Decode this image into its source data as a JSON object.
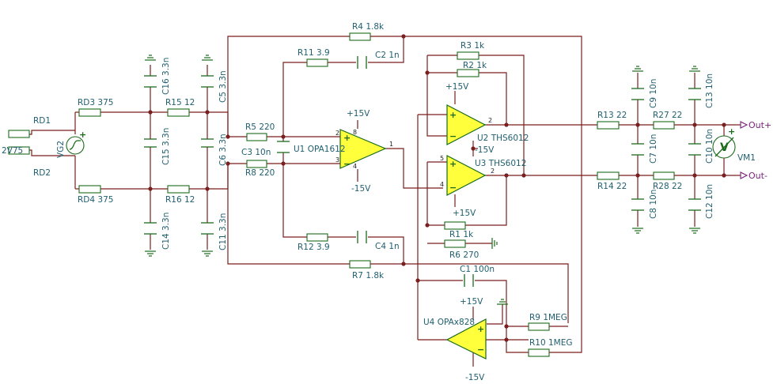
{
  "labels": {
    "rd1": "RD1",
    "rd2": "RD2",
    "src_value": "2V75",
    "vg2": "VG2",
    "rd3": "RD3 375",
    "rd4": "RD4 375",
    "c16": "C16 3.3n",
    "c15": "C15 3.3n",
    "c14": "C14 3.3n",
    "r15": "R15 12",
    "r16": "R16 12",
    "c5": "C5 3.3n",
    "c6": "C6 3.3n",
    "c11": "C11 3.3n",
    "r5": "R5 220",
    "c3": "C3 10n",
    "r8": "R8 220",
    "r11": "R11 3.9",
    "c2": "C2 1n",
    "r4": "R4 1.8k",
    "r12": "R12 3.9",
    "c4": "C4 1n",
    "r7": "R7 1.8k",
    "u1": "U1 OPA1612",
    "u1_vpos": "+15V",
    "u1_vneg": "-15V",
    "r3": "R3 1k",
    "r2": "R2 1k",
    "u2": "U2 THS6012",
    "u3": "U3 THS6012",
    "u2_vpos": "+15V",
    "u23_vneg": "-15V",
    "u3_vpos": "+15V",
    "r1": "R1 1k",
    "r6": "R6 270",
    "c1": "C1 100n",
    "u4": "U4 OPAx828",
    "u4_vpos": "+15V",
    "u4_vneg": "-15V",
    "r9": "R9 1MEG",
    "r10": "R10 1MEG",
    "r13": "R13 22",
    "r14": "R14 22",
    "c9": "C9 10n",
    "c7": "C7 10n",
    "c8": "C8 10n",
    "r27": "R27 22",
    "r28": "R28 22",
    "c13": "C13 10n",
    "c10": "C10 10n",
    "c12": "C12 10n",
    "vm1": "VM1",
    "out_pos": "Out+",
    "out_neg": "Out-"
  },
  "pins": {
    "u1_in_neg": "2",
    "u1_in_pos": "3",
    "u1_out": "1",
    "u1_vp": "8",
    "u1_vn": "4",
    "u2_out": "2",
    "u3_in_pos": "5",
    "u3_in_neg": "4",
    "u3_out": "2"
  },
  "signs": {
    "plus": "+",
    "minus": "−",
    "voltmeter": "V"
  },
  "colors": {
    "wire": "#7a1f1f",
    "component": "#1b6b1b",
    "opamp_fill": "#ffff3c",
    "label": "#1f5f6f",
    "port": "#7a1f7a"
  }
}
